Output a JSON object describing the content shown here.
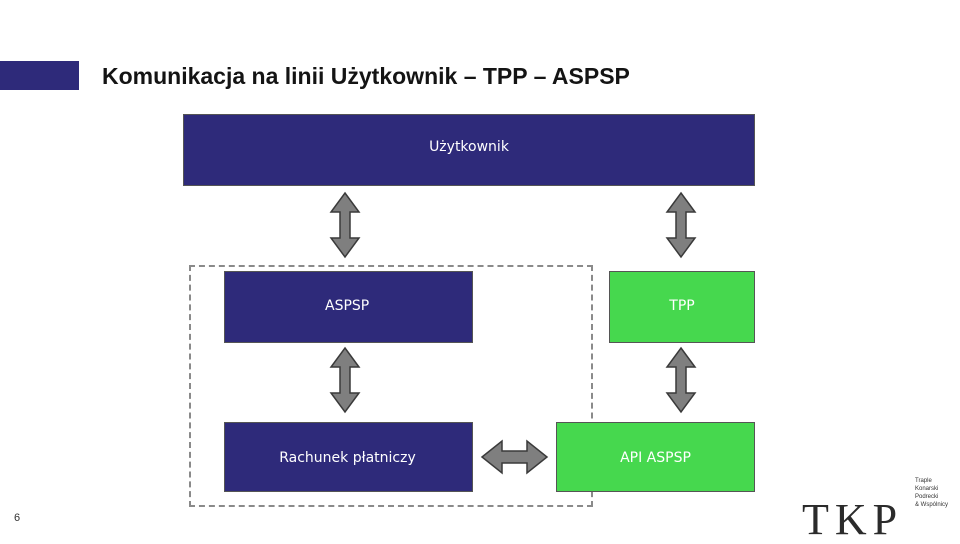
{
  "slide": {
    "title": "Komunikacja na linii Użytkownik – TPP – ASPSP",
    "page_number": "6"
  },
  "boxes": {
    "uzytkownik": "Użytkownik",
    "aspsp": "ASPSP",
    "tpp": "TPP",
    "rachunek": "Rachunek płatniczy",
    "api": "API ASPSP"
  },
  "logo": {
    "letters": "TKP",
    "names": [
      "Traple",
      "Konarski",
      "Podrecki",
      "& Wspólnicy"
    ]
  },
  "colors": {
    "navy": "#2e2a7a",
    "green": "#46d84e",
    "arrow": "#7f7f7f"
  }
}
